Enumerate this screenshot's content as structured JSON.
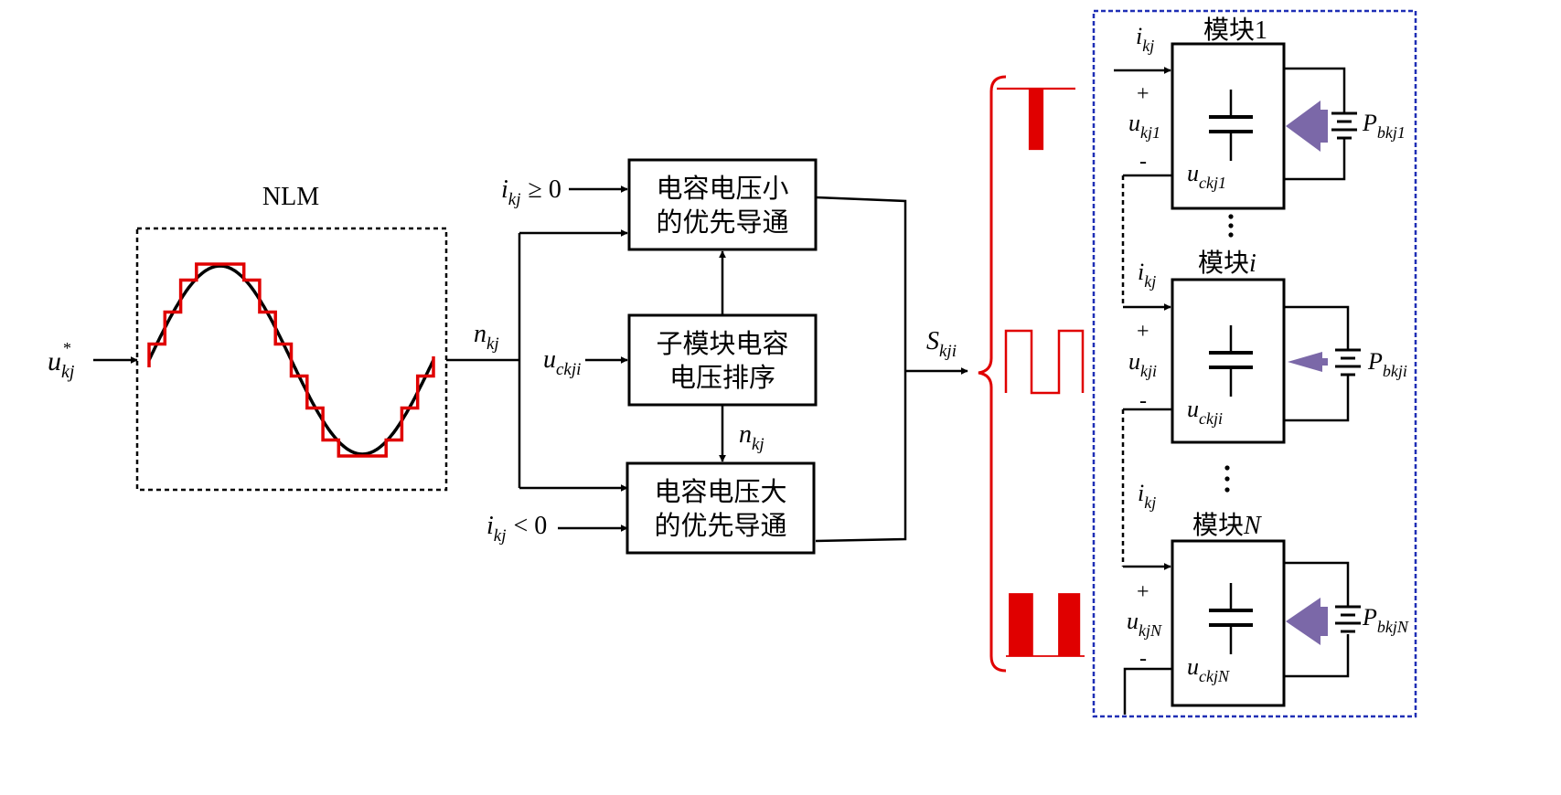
{
  "input_signal": {
    "sym": "u",
    "sub": "kj",
    "sup": "*"
  },
  "nlm": {
    "label": "NLM"
  },
  "n_signal": {
    "sym": "n",
    "sub": "kj"
  },
  "blocks": {
    "small_first": {
      "line1": "电容电压小",
      "line2": "的优先导通"
    },
    "sort": {
      "line1": "子模块电容",
      "line2": "电压排序"
    },
    "large_first": {
      "line1": "电容电压大",
      "line2": "的优先导通"
    }
  },
  "conditions": {
    "ge": {
      "sym": "i",
      "sub": "kj",
      "rel": "≥ 0"
    },
    "lt": {
      "sym": "i",
      "sub": "kj",
      "rel": "< 0"
    }
  },
  "sort_input": {
    "sym": "u",
    "sub": "ckji"
  },
  "switch_signal": {
    "sym": "S",
    "sub": "kji"
  },
  "modules": [
    {
      "title_cn": "模块",
      "title_idx": "1",
      "current_sym": "i",
      "current_sub": "kj",
      "plus": "+",
      "minus": "-",
      "volt_sym": "u",
      "volt_sub": "kj1",
      "cap_sym": "u",
      "cap_sub": "ckj1",
      "pow_sym": "P",
      "pow_sub": "bkj1"
    },
    {
      "title_cn": "模块",
      "title_idx": "i",
      "current_sym": "i",
      "current_sub": "kj",
      "plus": "+",
      "minus": "-",
      "volt_sym": "u",
      "volt_sub": "kji",
      "cap_sym": "u",
      "cap_sub": "ckji",
      "pow_sym": "P",
      "pow_sub": "bkji"
    },
    {
      "title_cn": "模块",
      "title_idx": "N",
      "current_sym": "i",
      "current_sub": "kj",
      "plus": "+",
      "minus": "-",
      "volt_sym": "u",
      "volt_sub": "kjN",
      "cap_sym": "u",
      "cap_sub": "ckjN",
      "pow_sym": "P",
      "pow_sub": "bkjN"
    }
  ],
  "colors": {
    "staircase": "#e00000",
    "module_border": "#1f2fb5",
    "power_arrow": "#7b68a8"
  }
}
